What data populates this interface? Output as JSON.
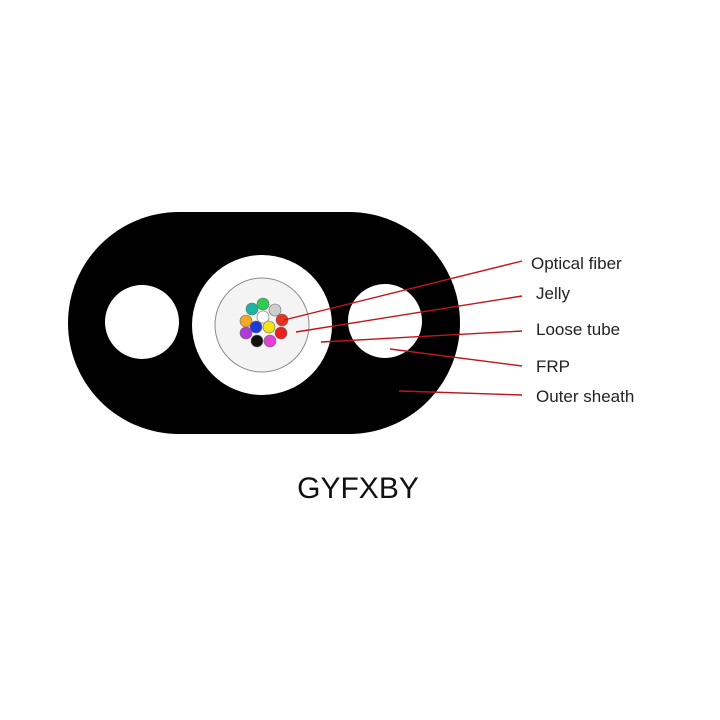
{
  "title": "GYFXBY",
  "labels": {
    "optical_fiber": "Optical fiber",
    "jelly": "Jelly",
    "loose_tube": "Loose tube",
    "frp": "FRP",
    "outer_sheath": "Outer sheath"
  },
  "colors": {
    "sheath": "#000000",
    "background": "#ffffff",
    "leader_line": "#c0151b",
    "fiber_colors": [
      "#19b5a0",
      "#2ecc55",
      "#cfcfcf",
      "#f5a623",
      "#ffffff",
      "#e8321e",
      "#b03ad9",
      "#1f3bd6",
      "#f2e21a",
      "#e8201e",
      "#111111",
      "#e23fd6"
    ]
  }
}
